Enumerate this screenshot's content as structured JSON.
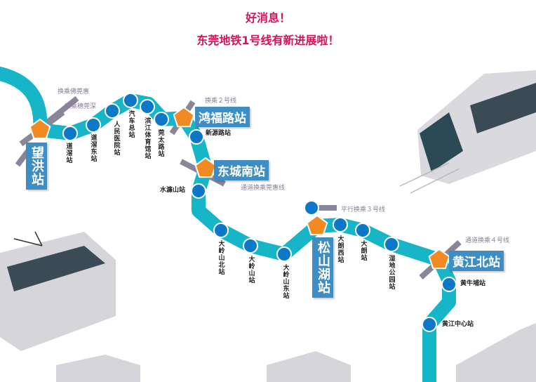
{
  "header": {
    "line1": "好消息！",
    "line2": "东莞地铁1号线有新进展啦！"
  },
  "colors": {
    "line": "#16b5c8",
    "station": "#0d78c8",
    "interchange": "#f28a24",
    "label_box": "#3e8ec4",
    "headline": "#d4145a"
  },
  "interchanges": {
    "wanghong": "望洪站",
    "hongfulu": "鸿福路站",
    "dongchengnan": "东城南站",
    "songshanhu": "松山湖站",
    "huangjiangbei": "黄江北站"
  },
  "stations": [
    "道滘站",
    "道滘东站",
    "人民医院站",
    "汽车总站",
    "滨江体育馆站",
    "莞太路站",
    "新源路站",
    "水濂山站",
    "大岭山北站",
    "大岭山站",
    "大岭山东站",
    "大朗西站",
    "大朗站",
    "湿地公园站",
    "黄牛埔站",
    "黄江中心站"
  ],
  "notes": {
    "n1": "换乘佛莞惠",
    "n2": "换乘穗莞深",
    "n3": "换乘２号线",
    "n4": "通道换乘莞惠线",
    "n5": "平行换乘３号线",
    "n6": "通道换乘４号线"
  }
}
